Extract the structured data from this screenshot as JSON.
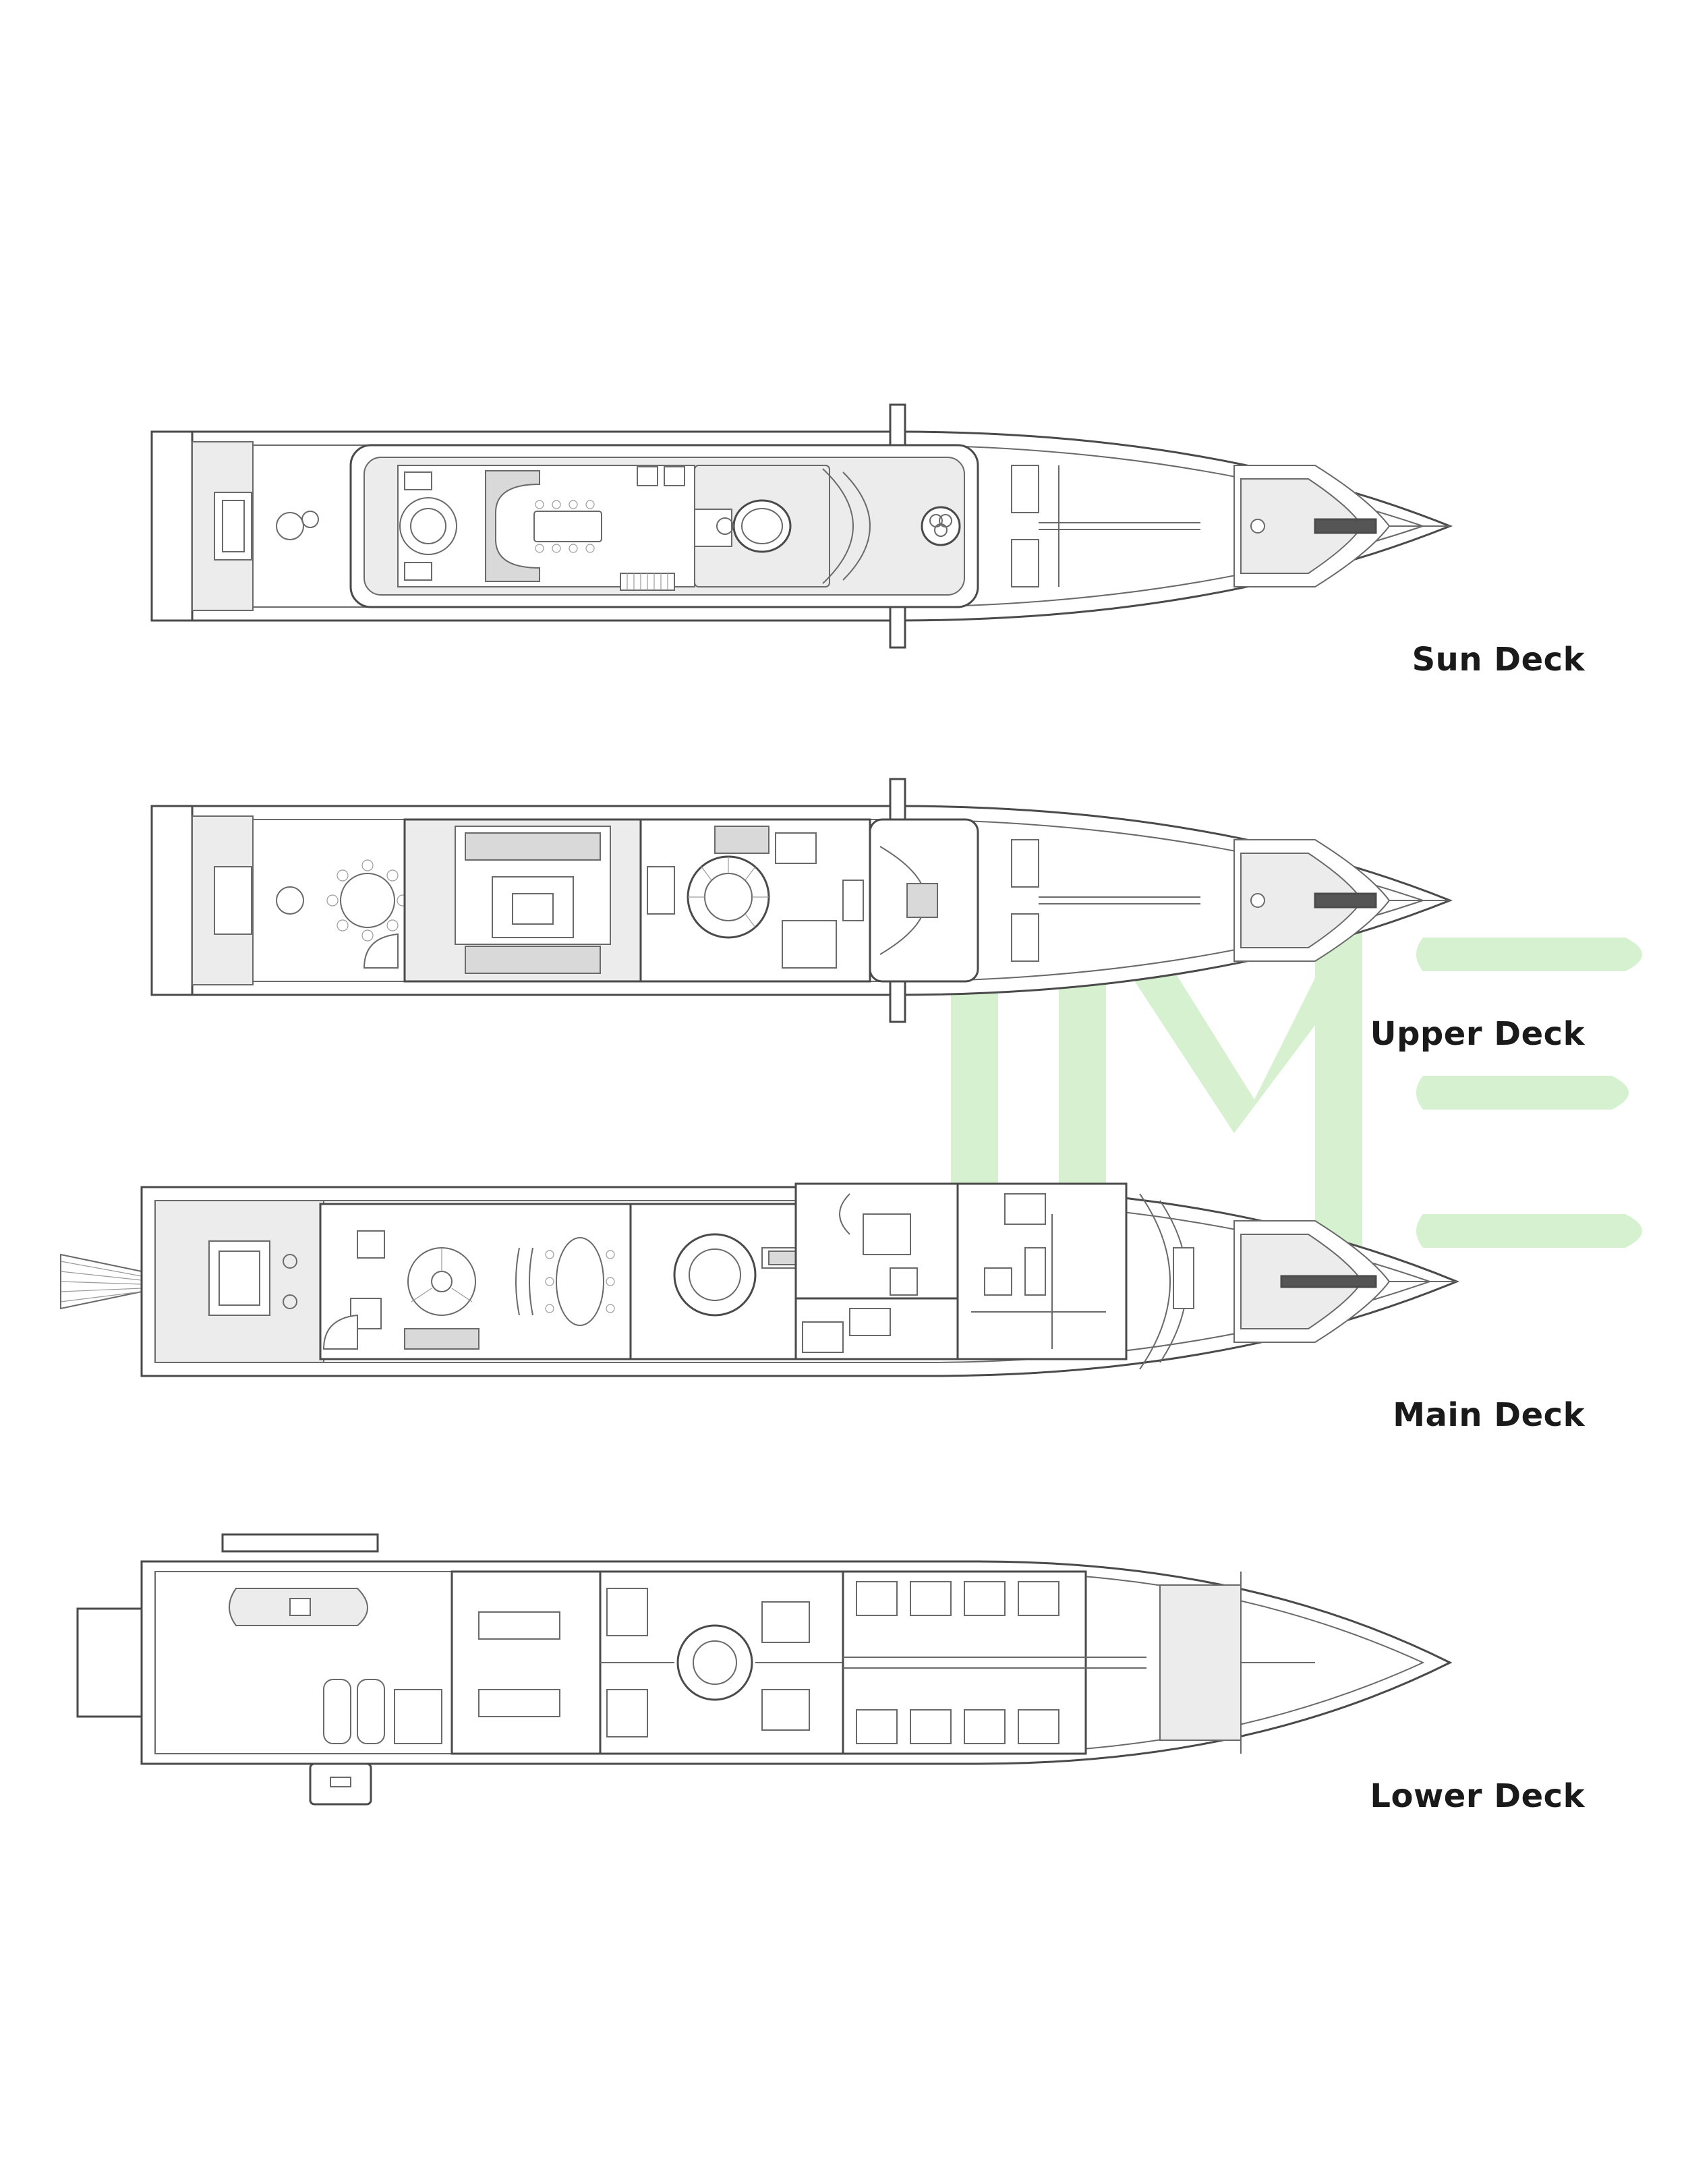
{
  "decks": [
    {
      "id": "sun",
      "label": "Sun Deck"
    },
    {
      "id": "upper",
      "label": "Upper Deck"
    },
    {
      "id": "main",
      "label": "Main Deck"
    },
    {
      "id": "lower",
      "label": "Lower Deck"
    }
  ],
  "watermark": {
    "icon": "me-logo-watermark",
    "color": "#c8ebc0"
  }
}
